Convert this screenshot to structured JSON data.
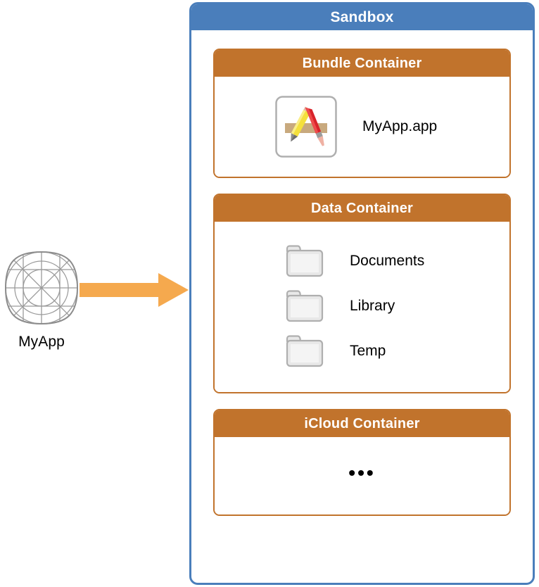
{
  "diagram": {
    "title": "Sandbox",
    "colors": {
      "sandbox_blue": "#4A7EBB",
      "container_orange": "#C1732C",
      "arrow_orange": "#F5A94E",
      "folder_gray": "#E8E8E8",
      "folder_border": "#AFAFAF",
      "icon_yellow": "#F4E03C",
      "icon_red": "#D8232A",
      "icon_ruler_tan": "#C8A97E"
    }
  },
  "source": {
    "label": "MyApp",
    "icon": "app-grid-template-icon"
  },
  "arrow": {
    "icon": "right-arrow-icon",
    "direction": "right"
  },
  "sandbox": {
    "header": "Sandbox",
    "containers": [
      {
        "id": "bundle",
        "header": "Bundle Container",
        "items": [
          {
            "label": "MyApp.app",
            "icon": "xcode-app-icon"
          }
        ]
      },
      {
        "id": "data",
        "header": "Data Container",
        "items": [
          {
            "label": "Documents",
            "icon": "folder-icon"
          },
          {
            "label": "Library",
            "icon": "folder-icon"
          },
          {
            "label": "Temp",
            "icon": "folder-icon"
          }
        ]
      },
      {
        "id": "icloud",
        "header": "iCloud Container",
        "ellipsis": "•••",
        "items": []
      }
    ]
  }
}
